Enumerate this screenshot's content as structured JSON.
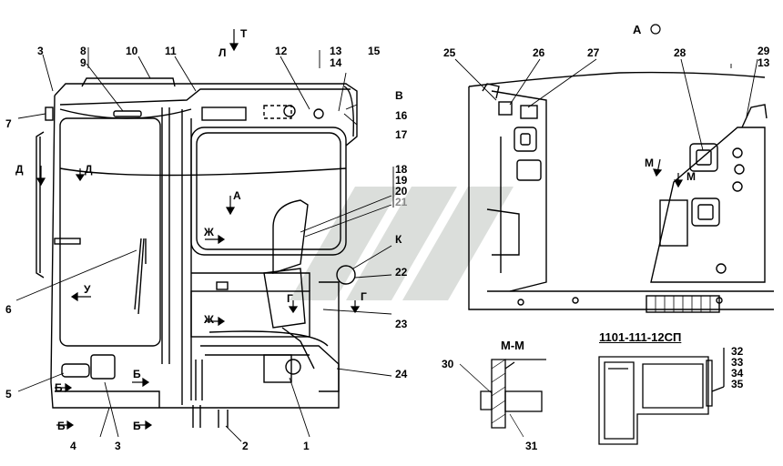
{
  "callouts": {
    "n1": "1",
    "n2": "2",
    "n3": "3",
    "n3b": "3",
    "n4": "4",
    "n5": "5",
    "n6": "6",
    "n7": "7",
    "n8": "8",
    "n9": "9",
    "n10": "10",
    "n11": "11",
    "n12": "12",
    "n13": "13",
    "n14": "14",
    "n15": "15",
    "n16": "16",
    "n17": "17",
    "n18": "18",
    "n19": "19",
    "n20": "20",
    "n21": "21",
    "n22": "22",
    "n23": "23",
    "n24": "24",
    "n25": "25",
    "n26": "26",
    "n27": "27",
    "n28": "28",
    "n29": "29",
    "n13b": "13",
    "n30": "30",
    "n31": "31",
    "n32": "32",
    "n33": "33",
    "n34": "34",
    "n35": "35"
  },
  "view_marks": {
    "T": "Т",
    "L": "Л",
    "V": "В",
    "K": "К",
    "A": "А",
    "D1": "Д",
    "D2": "Д",
    "Zh1": "Ж",
    "Zh2": "Ж",
    "U": "У",
    "G1": "Г",
    "G2": "Г",
    "B1": "Б",
    "B2": "Б",
    "B3": "Б",
    "B4": "Б",
    "M1": "М",
    "M2": "М"
  },
  "titles": {
    "view_a": "А",
    "section_mm": "М-М",
    "part_number": "1101-111-12СП"
  },
  "colors": {
    "line": "#000000",
    "watermark": "#9aa39a"
  }
}
